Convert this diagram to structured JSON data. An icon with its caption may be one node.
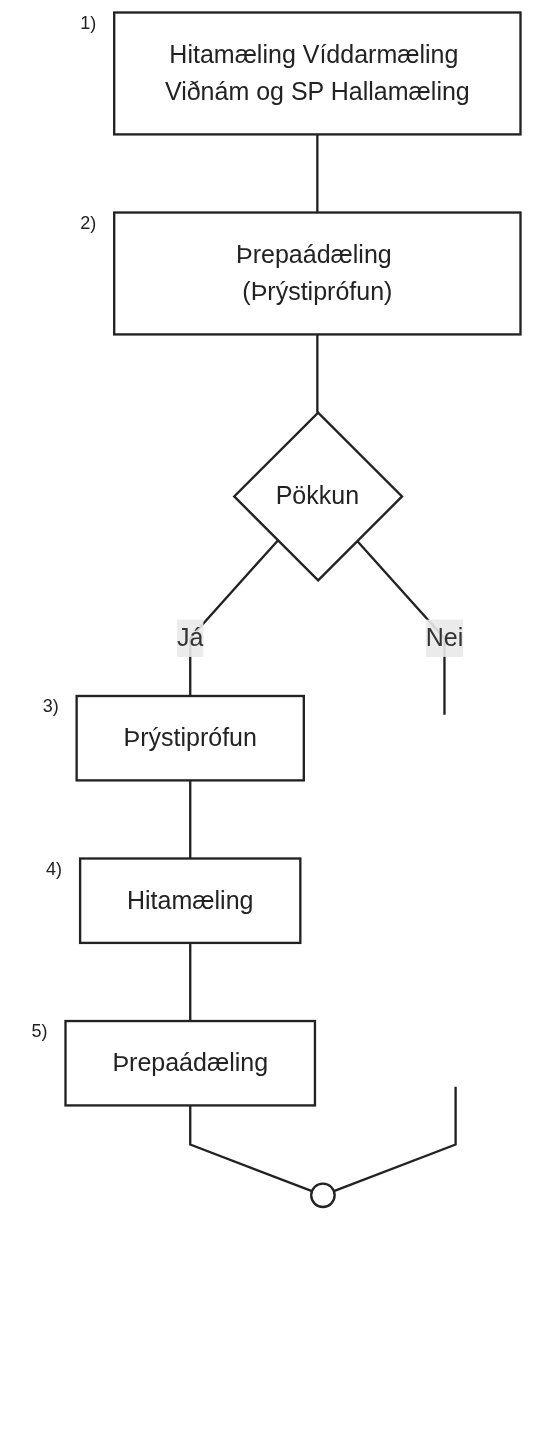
{
  "diagram": {
    "nodes": [
      {
        "text": [
          "Hitamæling Víddarmæling Viðnám og SP Hallamæling"
        ],
        "beside": [
          "1)"
        ]
      },
      {
        "text": [
          "Þrepaádæling (Þrýstiprófun)"
        ],
        "beside": [
          "2)"
        ]
      },
      {
        "text": [
          "Pökkun"
        ]
      },
      {
        "text": [
          "Þrýstiprófun"
        ],
        "beside": [
          "3)"
        ]
      },
      {
        "text": [
          "Hitamæling"
        ],
        "beside": [
          "4)"
        ]
      },
      {
        "text": [
          "Þrepaádæling"
        ],
        "beside": [
          "5)"
        ]
      },
      {
        "text": [],
        "shape": "circle"
      }
    ],
    "edges": [
      {
        "from": 0,
        "to": 1,
        "arrow": "none"
      },
      {
        "from": 1,
        "to": 2,
        "arrow": "none"
      },
      {
        "from": 2,
        "to": null,
        "label": "Nei",
        "arrow": "none"
      },
      {
        "from": 2,
        "to": 3,
        "label": "Já",
        "arrow": "none"
      },
      {
        "from": 3,
        "to": 4,
        "arrow": "none"
      },
      {
        "from": 4,
        "to": 5,
        "arrow": "none"
      },
      {
        "from": 5,
        "to": 6,
        "arrow": "none"
      },
      {
        "from": null,
        "to": 6,
        "arrow": "none"
      }
    ]
  }
}
